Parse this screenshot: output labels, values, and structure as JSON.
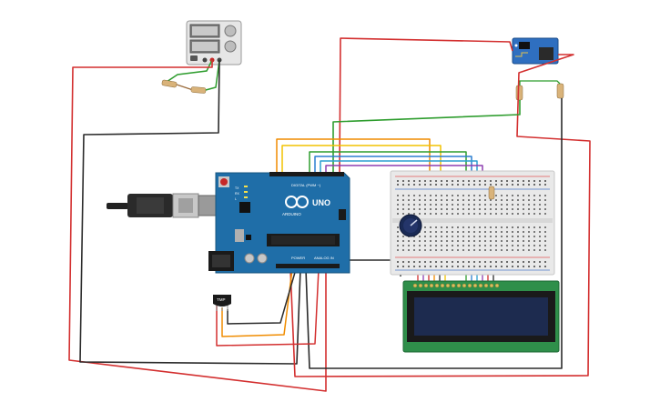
{
  "colors": {
    "background": "#ffffff",
    "wire_black": "#2b2b2b",
    "wire_red": "#d32f2f",
    "wire_orange": "#f08c00",
    "wire_yellow": "#f2c200",
    "wire_green": "#2e9d2e",
    "wire_blue": "#2b7fd0",
    "wire_purple": "#8e3fb0",
    "wire_brown": "#9a6a3a",
    "arduino_board": "#1f6ea8",
    "breadboard": "#e9e9e9",
    "lcd_pcb": "#2f8f4a",
    "lcd_screen": "#1d2b4f",
    "esp_module": "#2f6fc0"
  },
  "arduino": {
    "brand": "ARDUINO",
    "model": "UNO",
    "digital_label": "DIGITAL (PWM ~)",
    "power_label": "POWER",
    "analog_label": "ANALOG IN",
    "pin_tx": "TX",
    "pin_rx": "RX",
    "pin_l": "L"
  },
  "sensor": {
    "label": "TMP"
  },
  "icons": {
    "usb_cable": "usb-plug-icon",
    "power_supply": "bench-power-supply-icon",
    "potentiometer": "potentiometer-knob-icon",
    "lcd": "lcd-16x2-icon",
    "wifi_module": "esp8266-module-icon",
    "temperature_sensor": "tmp36-sensor-icon"
  }
}
